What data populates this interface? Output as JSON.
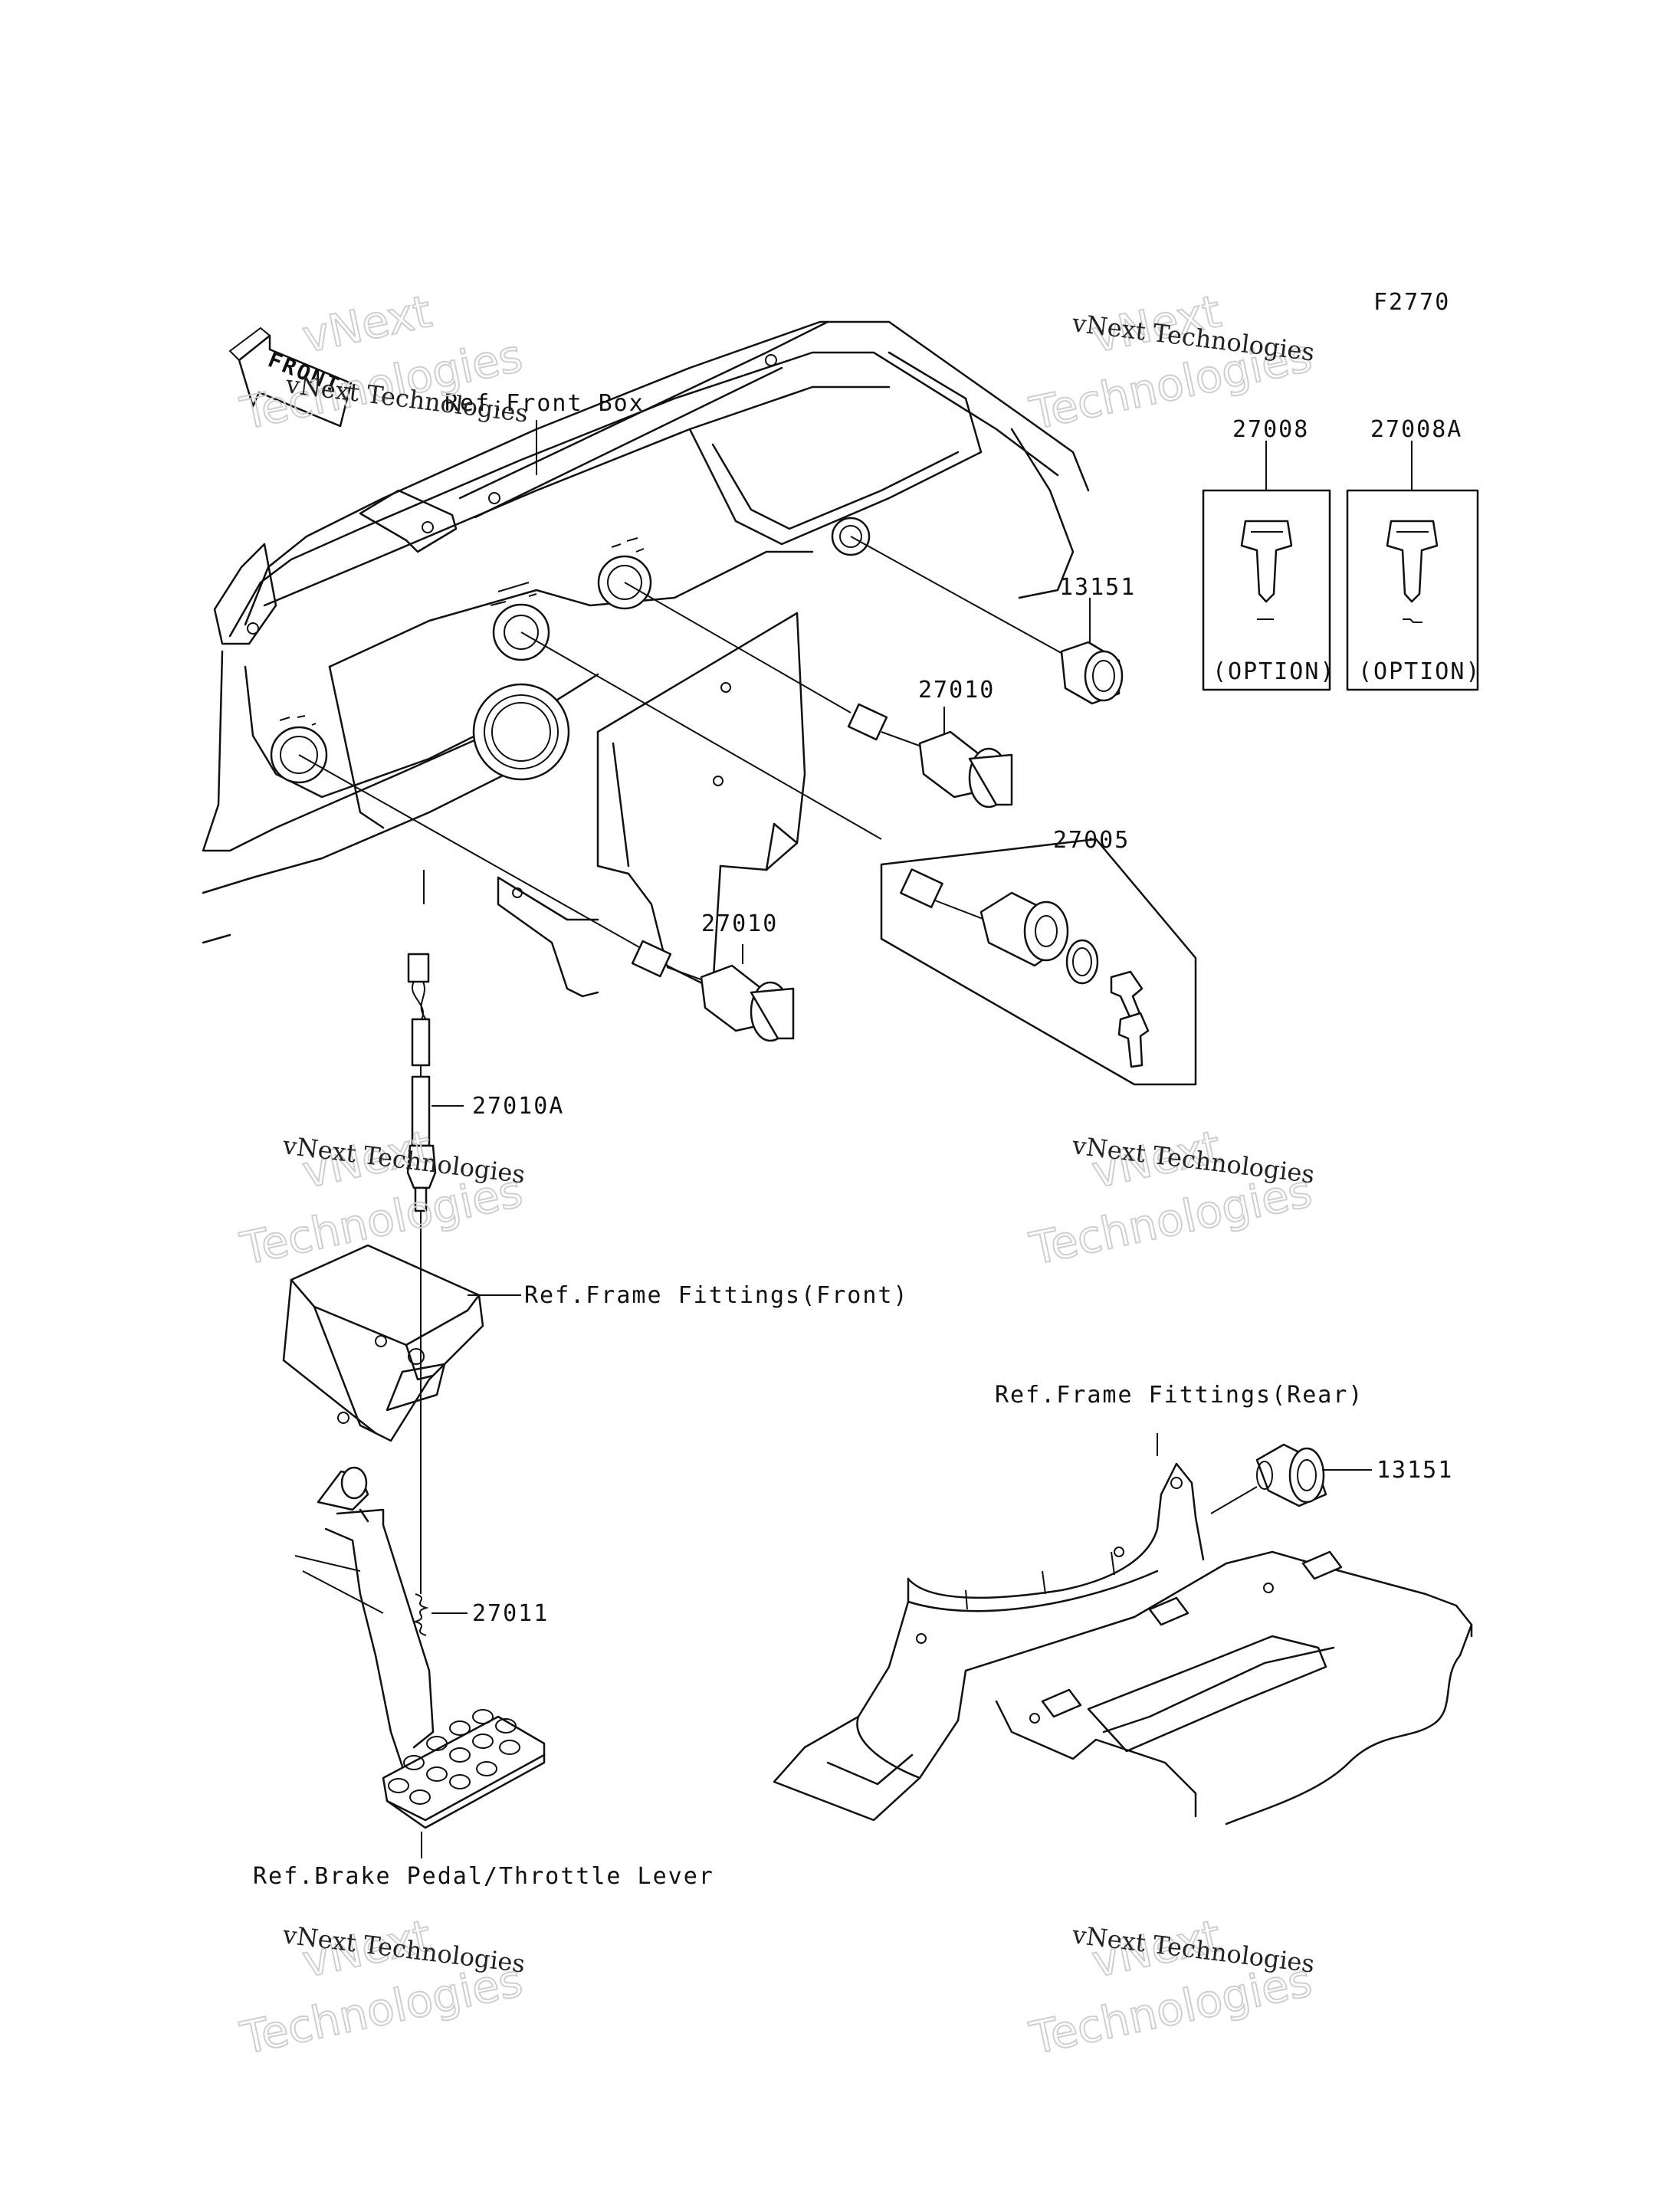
{
  "diagram_code": "F2770",
  "front_arrow": "FRONT",
  "watermark": {
    "line1": "vNext Technologies",
    "line2a": "vNext",
    "line2b": "Technologies"
  },
  "refs": {
    "front_box": "Ref.Front Box",
    "frame_front": "Ref.Frame Fittings(Front)",
    "frame_rear": "Ref.Frame Fittings(Rear)",
    "brake_pedal": "Ref.Brake Pedal/Throttle Lever"
  },
  "parts": {
    "p27008": "27008",
    "p27008A": "27008A",
    "option": "(OPTION)",
    "p13151_upper": "13151",
    "p27010_upper": "27010",
    "p27005": "27005",
    "p27010_lower": "27010",
    "p27010A": "27010A",
    "p27011": "27011",
    "p13151_lower": "13151"
  }
}
